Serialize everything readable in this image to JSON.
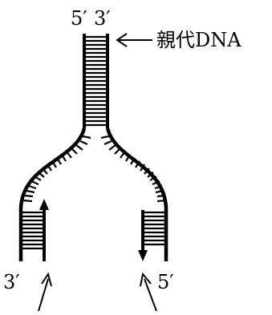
{
  "labels": {
    "top_left_end": "5′",
    "top_right_end": "3′",
    "parent_dna": "親代DNA",
    "bottom_left_end": "3′",
    "bottom_right_end": "5′"
  }
}
